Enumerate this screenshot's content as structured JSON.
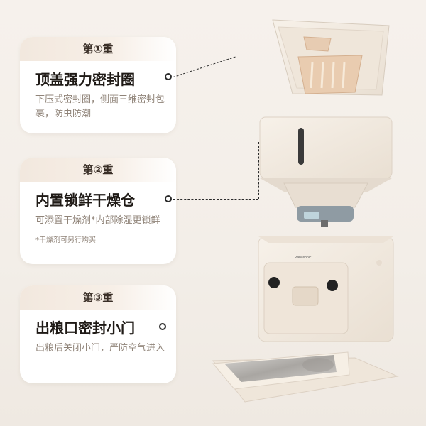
{
  "cards": [
    {
      "tab": "第①重",
      "title": "顶盖强力密封圈",
      "desc": "下压式密封圈，侧面三维密封包裹，防虫防潮"
    },
    {
      "tab": "第②重",
      "title": "内置锁鲜干燥仓",
      "desc": "可添置干燥剂*内部除湿更锁鲜",
      "note": "*干燥剂可另行购买"
    },
    {
      "tab": "第③重",
      "title": "出粮口密封小门",
      "desc": "出粮后关闭小门，严防空气进入"
    }
  ],
  "brand": "Panasonic",
  "colors": {
    "shell": "#f3ebe1",
    "accent_dark": "#2a2a2a",
    "bowl_steel": "#bfbcb8"
  }
}
